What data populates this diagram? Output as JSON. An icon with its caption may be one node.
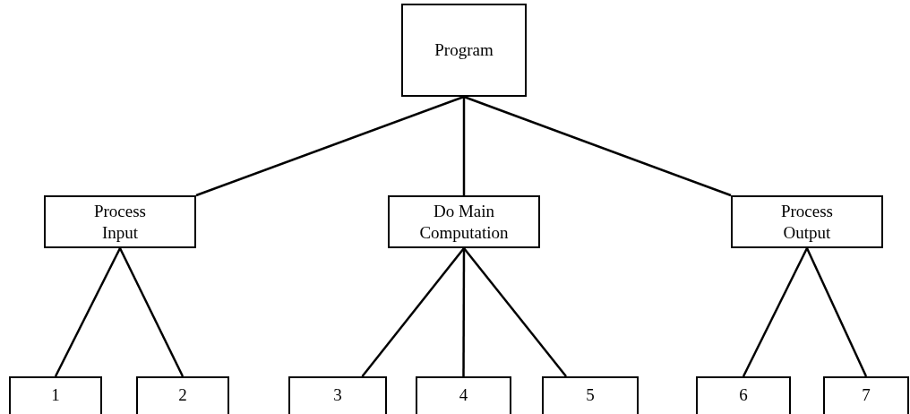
{
  "diagram": {
    "nodes": [
      {
        "text": [
          "Program"
        ]
      },
      {
        "text": [
          "Process Input"
        ]
      },
      {
        "text": [
          "Do Main Computation"
        ]
      },
      {
        "text": [
          "Process Output"
        ]
      },
      {
        "text": [
          "1"
        ]
      },
      {
        "text": [
          "2"
        ]
      },
      {
        "text": [
          "3"
        ]
      },
      {
        "text": [
          "4"
        ]
      },
      {
        "text": [
          "5"
        ]
      },
      {
        "text": [
          "6"
        ]
      },
      {
        "text": [
          "7"
        ]
      }
    ],
    "edges": [
      {
        "from": 0,
        "to": 1,
        "arrow": "none"
      },
      {
        "from": 0,
        "to": 2,
        "arrow": "none"
      },
      {
        "from": 0,
        "to": 3,
        "arrow": "none"
      },
      {
        "from": 1,
        "to": 4,
        "arrow": "none"
      },
      {
        "from": 1,
        "to": 5,
        "arrow": "none"
      },
      {
        "from": 2,
        "to": 6,
        "arrow": "none"
      },
      {
        "from": 2,
        "to": 7,
        "arrow": "none"
      },
      {
        "from": 2,
        "to": 8,
        "arrow": "none"
      },
      {
        "from": 3,
        "to": 9,
        "arrow": "none"
      },
      {
        "from": 3,
        "to": 10,
        "arrow": "none"
      }
    ]
  }
}
